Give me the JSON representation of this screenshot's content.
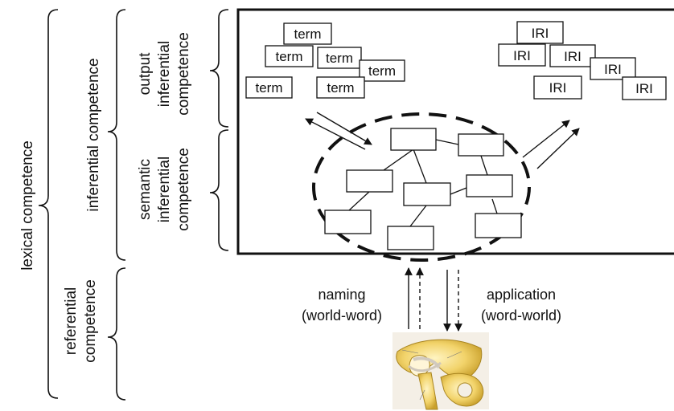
{
  "labels": {
    "lexical": "lexical competence",
    "inferential": "inferential competence",
    "output_l1": "output",
    "output_l2": "inferential",
    "output_l3": "competence",
    "semantic_l1": "semantic",
    "semantic_l2": "inferential",
    "semantic_l3": "competence",
    "referential_l1": "referential",
    "referential_l2": "competence"
  },
  "term_boxes": [
    "term",
    "term",
    "term",
    "term",
    "term",
    "term"
  ],
  "iri_boxes": [
    "IRI",
    "IRI",
    "IRI",
    "IRI",
    "IRI",
    "IRI"
  ],
  "naming": {
    "line1": "naming",
    "line2": "(world-word)"
  },
  "application": {
    "line1": "application",
    "line2": "(word-world)"
  },
  "image": {
    "subject": "hip-joint-illustration"
  }
}
